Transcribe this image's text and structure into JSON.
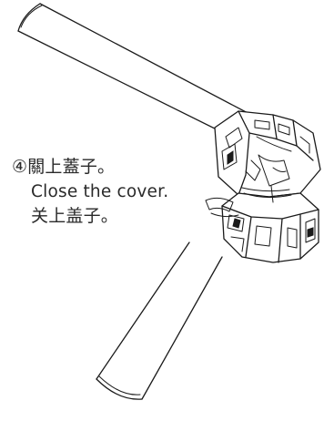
{
  "instruction": {
    "step_marker": "④",
    "line_traditional": "關上蓋子。",
    "line_english": "Close the cover.",
    "line_simplified": "关上盖子。"
  },
  "colors": {
    "line": "#1a1a1a",
    "text": "#2a2a2a",
    "background": "#ffffff"
  }
}
